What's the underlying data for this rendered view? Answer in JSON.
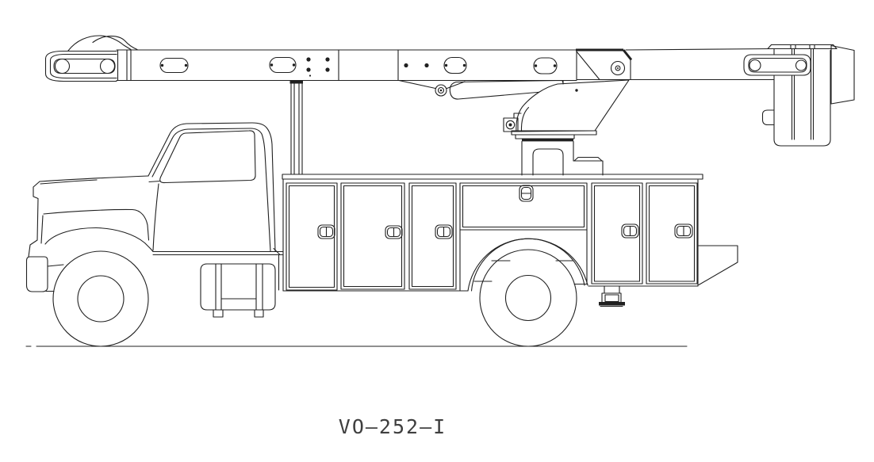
{
  "drawing": {
    "label": "VO–252–I",
    "subject": "bucket-truck-side-view-line-drawing"
  },
  "style": {
    "background": "#ffffff",
    "line_color": "#202020",
    "label_color": "#3f3f3f"
  },
  "parts": [
    "lower-boom",
    "boom-tip-sheave",
    "winch-rope",
    "boom-rest-post",
    "upper-boom",
    "boom-pivot",
    "turret",
    "lift-cylinder",
    "sheave-pulley",
    "rotation-pedestal",
    "truck-cab",
    "front-bumper",
    "front-wheel",
    "fuel-tank",
    "utility-body",
    "compartment-doors",
    "door-handles",
    "rear-wheel",
    "rear-wheel-arch",
    "outrigger-jack",
    "rear-step",
    "platform-bucket",
    "bucket-mount-plates",
    "ground-line"
  ]
}
